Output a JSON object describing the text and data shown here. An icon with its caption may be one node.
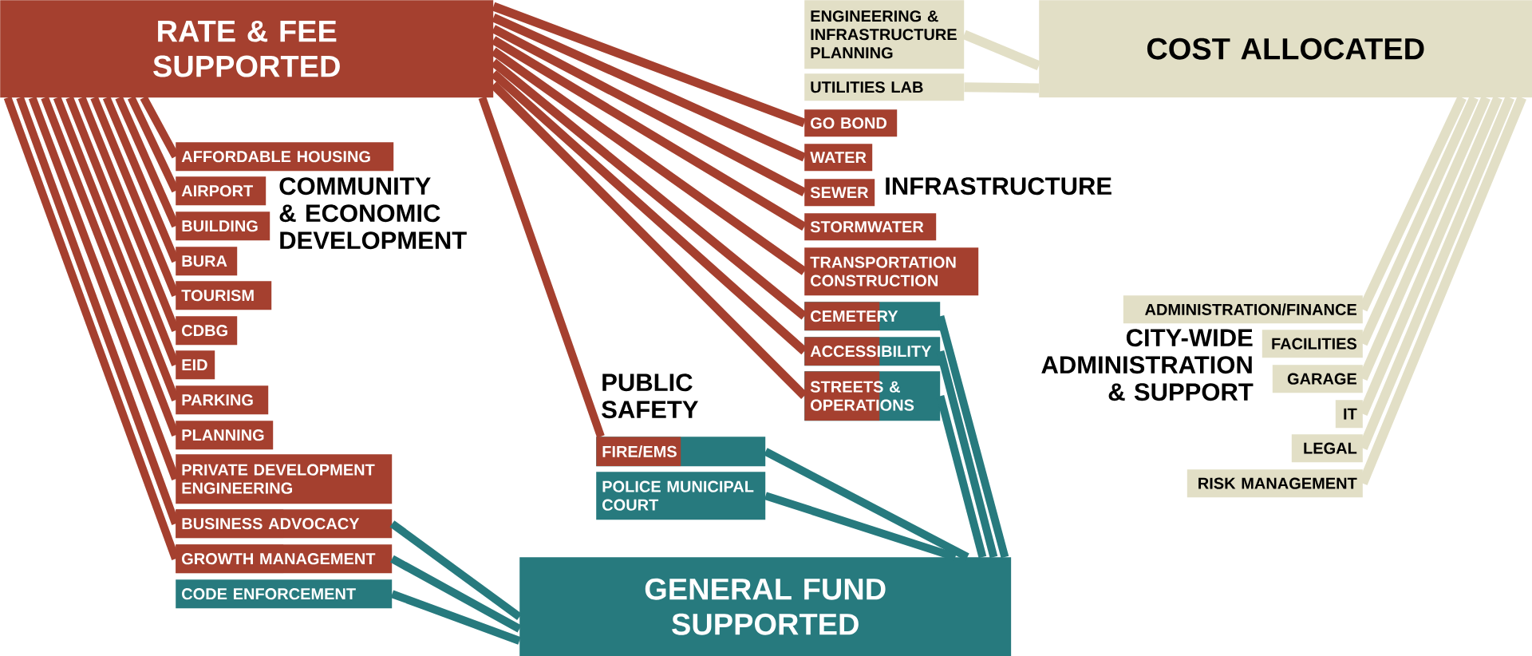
{
  "diagram": {
    "nodes": [
      {
        "text": [
          "RATE & FEE SUPPORTED"
        ]
      },
      {
        "text": [
          "COST ALLOCATED"
        ]
      },
      {
        "text": [
          "GENERAL FUND SUPPORTED"
        ]
      },
      {
        "text": [
          "AFFORDABLE HOUSING"
        ]
      },
      {
        "text": [
          "AIRPORT"
        ]
      },
      {
        "text": [
          "BUILDING"
        ]
      },
      {
        "text": [
          "BURA"
        ]
      },
      {
        "text": [
          "TOURISM"
        ]
      },
      {
        "text": [
          "CDBG"
        ]
      },
      {
        "text": [
          "EID"
        ]
      },
      {
        "text": [
          "PARKING"
        ]
      },
      {
        "text": [
          "PLANNING"
        ]
      },
      {
        "text": [
          "PRIVATE DEVELOPMENT ENGINEERING"
        ]
      },
      {
        "text": [
          "BUSINESS ADVOCACY"
        ]
      },
      {
        "text": [
          "GROWTH MANAGEMENT"
        ]
      },
      {
        "text": [
          "CODE ENFORCEMENT"
        ]
      },
      {
        "text": [
          "ENGINEERING & INFRASTRUCTURE PLANNING"
        ]
      },
      {
        "text": [
          "UTILITIES LAB"
        ]
      },
      {
        "text": [
          "GO BOND"
        ]
      },
      {
        "text": [
          "WATER"
        ]
      },
      {
        "text": [
          "SEWER"
        ]
      },
      {
        "text": [
          "STORMWATER"
        ]
      },
      {
        "text": [
          "TRANSPORTATION CONSTRUCTION"
        ]
      },
      {
        "text": [
          "CEMETERY"
        ]
      },
      {
        "text": [
          "ACCESSIBILITY"
        ]
      },
      {
        "text": [
          "STREETS & OPERATIONS"
        ]
      },
      {
        "text": [
          "FIRE/EMS"
        ]
      },
      {
        "text": [
          "POLICE MUNICIPAL COURT"
        ]
      },
      {
        "text": [
          "ADMINISTRATION/FINANCE"
        ]
      },
      {
        "text": [
          "FACILITIES"
        ]
      },
      {
        "text": [
          "GARAGE"
        ]
      },
      {
        "text": [
          "IT"
        ]
      },
      {
        "text": [
          "LEGAL"
        ]
      },
      {
        "text": [
          "RISK MANAGEMENT"
        ]
      }
    ],
    "edges": [
      {
        "from": 0,
        "to": 3,
        "arrow": "none"
      },
      {
        "from": 0,
        "to": 4,
        "arrow": "none"
      },
      {
        "from": 0,
        "to": 5,
        "arrow": "none"
      },
      {
        "from": 0,
        "to": 6,
        "arrow": "none"
      },
      {
        "from": 0,
        "to": 7,
        "arrow": "none"
      },
      {
        "from": 0,
        "to": 8,
        "arrow": "none"
      },
      {
        "from": 0,
        "to": 9,
        "arrow": "none"
      },
      {
        "from": 0,
        "to": 10,
        "arrow": "none"
      },
      {
        "from": 0,
        "to": 11,
        "arrow": "none"
      },
      {
        "from": 0,
        "to": 12,
        "arrow": "none"
      },
      {
        "from": 0,
        "to": 13,
        "arrow": "none"
      },
      {
        "from": 0,
        "to": 14,
        "arrow": "none"
      },
      {
        "from": 0,
        "to": 18,
        "arrow": "none"
      },
      {
        "from": 0,
        "to": 19,
        "arrow": "none"
      },
      {
        "from": 0,
        "to": 20,
        "arrow": "none"
      },
      {
        "from": 0,
        "to": 21,
        "arrow": "none"
      },
      {
        "from": 0,
        "to": 22,
        "arrow": "none"
      },
      {
        "from": 0,
        "to": 23,
        "arrow": "none"
      },
      {
        "from": 0,
        "to": 24,
        "arrow": "none"
      },
      {
        "from": 0,
        "to": 25,
        "arrow": "none"
      },
      {
        "from": 0,
        "to": 26,
        "arrow": "none"
      },
      {
        "from": 2,
        "to": 13,
        "arrow": "none",
        "color": "#277a7e"
      },
      {
        "from": 2,
        "to": 14,
        "arrow": "none",
        "color": "#277a7e"
      },
      {
        "from": 2,
        "to": 15,
        "arrow": "none",
        "color": "#277a7e"
      },
      {
        "from": 2,
        "to": 23,
        "arrow": "none",
        "color": "#277a7e"
      },
      {
        "from": 2,
        "to": 24,
        "arrow": "none",
        "color": "#277a7e"
      },
      {
        "from": 2,
        "to": 25,
        "arrow": "none",
        "color": "#277a7e"
      },
      {
        "from": 2,
        "to": 26,
        "arrow": "none",
        "color": "#277a7e"
      },
      {
        "from": 2,
        "to": 27,
        "arrow": "none",
        "color": "#277a7e"
      },
      {
        "from": 1,
        "to": 16,
        "arrow": "none",
        "color": "#e2dfc6"
      },
      {
        "from": 1,
        "to": 17,
        "arrow": "none",
        "color": "#e2dfc6"
      },
      {
        "from": 1,
        "to": 28,
        "arrow": "none",
        "color": "#e2dfc6"
      },
      {
        "from": 1,
        "to": 29,
        "arrow": "none",
        "color": "#e2dfc6"
      },
      {
        "from": 1,
        "to": 30,
        "arrow": "none",
        "color": "#e2dfc6"
      },
      {
        "from": 1,
        "to": 31,
        "arrow": "none",
        "color": "#e2dfc6"
      },
      {
        "from": 1,
        "to": 32,
        "arrow": "none",
        "color": "#e2dfc6"
      },
      {
        "from": 1,
        "to": 33,
        "arrow": "none",
        "color": "#e2dfc6"
      }
    ],
    "labels": [
      "COMMUNITY & ECONOMIC DEVELOPMENT",
      "INFRASTRUCTURE",
      "PUBLIC SAFETY",
      "CITY-WIDE ADMINISTRATION & SUPPORT"
    ]
  }
}
